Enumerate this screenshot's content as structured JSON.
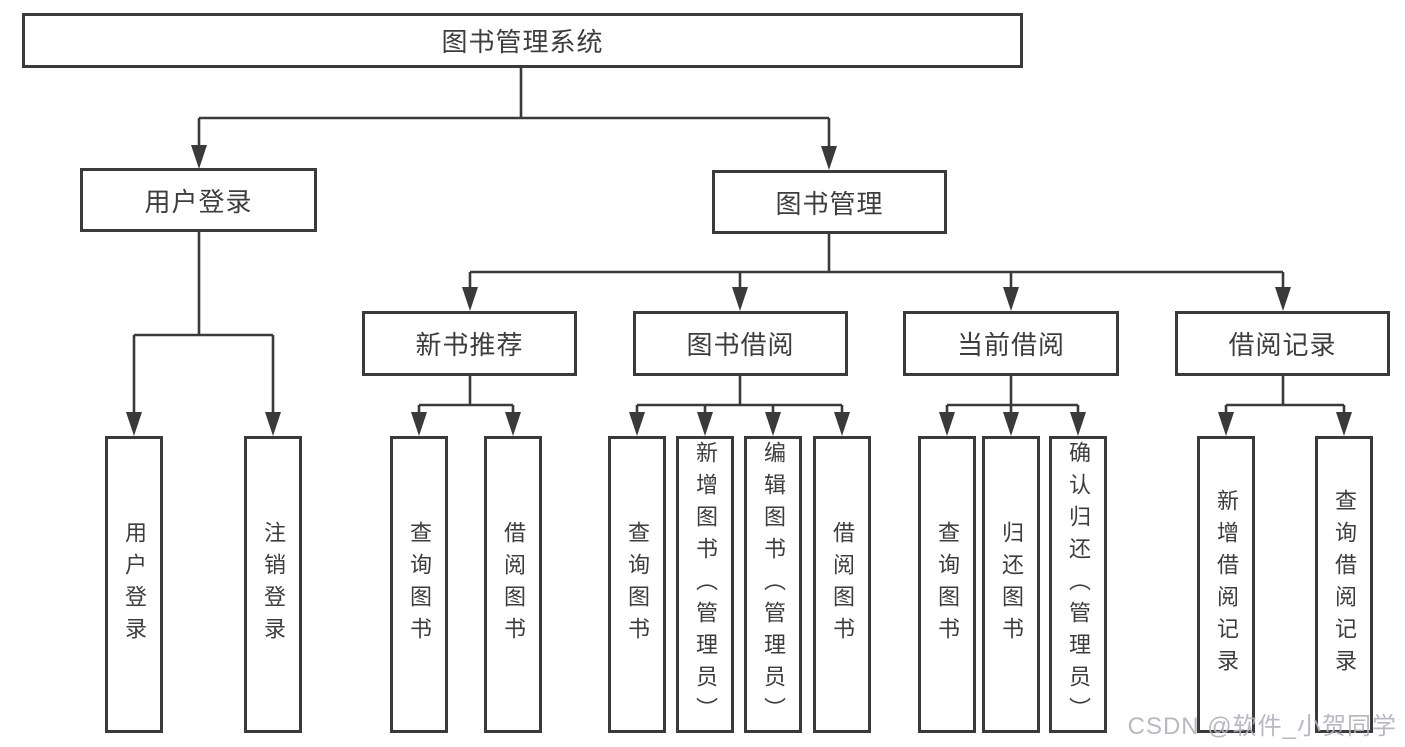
{
  "diagram": {
    "root": {
      "label": "图书管理系统"
    },
    "level2": [
      {
        "label": "用户登录"
      },
      {
        "label": "图书管理"
      }
    ],
    "level3": [
      {
        "label": "新书推荐"
      },
      {
        "label": "图书借阅"
      },
      {
        "label": "当前借阅"
      },
      {
        "label": "借阅记录"
      }
    ],
    "leaves": {
      "user_login": [
        "用户登录",
        "注销登录"
      ],
      "new_books": [
        "查询图书",
        "借阅图书"
      ],
      "borrow": [
        "查询图书",
        "新增图书（管理员）",
        "编辑图书（管理员）",
        "借阅图书"
      ],
      "current": [
        "查询图书",
        "归还图书",
        "确认归还（管理员）"
      ],
      "records": [
        "新增借阅记录",
        "查询借阅记录"
      ]
    }
  },
  "watermark": {
    "text": "CSDN @软件_小贺同学"
  },
  "colors": {
    "line": "#3a3a3a",
    "text": "#3d3d3d",
    "background": "#ffffff",
    "watermark": "#b2b2be"
  }
}
